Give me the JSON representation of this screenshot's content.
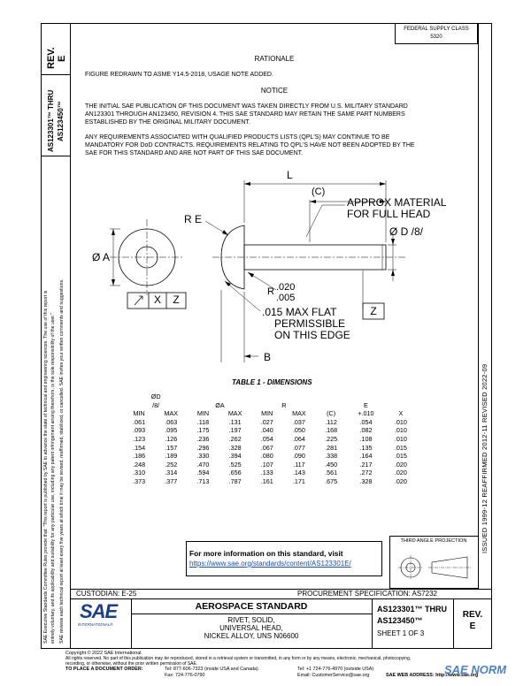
{
  "header": {
    "federal_note_line1": "FEDERAL SUPPLY CLASS",
    "federal_note_line2": "5320"
  },
  "left_strip": {
    "rev_label": "REV.",
    "rev_value": "E",
    "doc_range_line1": "AS123301™ THRU",
    "doc_range_line2": "AS123450™",
    "disclaimer_1": "SAE Executive Standards Committee Rules provide that: \"This report is published by SAE to advance the state of technical and engineering sciences. The use of this report is",
    "disclaimer_2": "entirely voluntary, and its applicability and suitability for any particular use, including any patent infringement arising therefrom, is the sole responsibility of the user.\"",
    "disclaimer_3": "SAE reviews each technical report at least every five years at which time it may be revised, reaffirmed, stabilized, or cancelled. SAE invites your written comments and suggestions."
  },
  "right_strip": {
    "history": "ISSUED 1999-12    REAFFIRMED 2012-11    REVISED 2022-09"
  },
  "rationale": {
    "title": "RATIONALE",
    "text": "FIGURE REDRAWN TO ASME Y14.5-2018, USAGE NOTE ADDED."
  },
  "notice": {
    "title": "NOTICE",
    "para1_line1": "THE INITIAL SAE PUBLICATION OF THIS DOCUMENT WAS TAKEN DIRECTLY FROM U.S. MILITARY STANDARD",
    "para1_line2": "AN123301 THROUGH AN123450, REVISION 4. THIS SAE STANDARD MAY RETAIN THE SAME PART NUMBERS",
    "para1_line3": "ESTABLISHED BY THE ORIGINAL MILITARY DOCUMENT.",
    "para2_line1": "ANY REQUIREMENTS ASSOCIATED WITH QUALIFIED PRODUCTS LISTS (QPL'S) MAY CONTINUE TO BE",
    "para2_line2": "MANDATORY FOR DoD CONTRACTS. REQUIREMENTS RELATING TO QPL'S HAVE NOT BEEN ADOPTED BY THE",
    "para2_line3": "SAE FOR THIS STANDARD AND ARE NOT PART OF THIS SAE DOCUMENT."
  },
  "drawing": {
    "label_l": "L",
    "label_c": "(C)",
    "approx_line1": "APPROX MATERIAL",
    "approx_line2": "FOR FULL HEAD",
    "label_d": "Ø D /8/",
    "label_re": "R E",
    "label_a": "Ø A",
    "fcf_x": "X",
    "fcf_z": "Z",
    "radius_top": ".020",
    "radius_bottom": ".005",
    "flat_line1": ".015 MAX FLAT",
    "flat_line2": "PERMISSIBLE",
    "flat_line3": "ON THIS EDGE",
    "datum_z": "Z",
    "label_b": "B"
  },
  "table": {
    "title": "TABLE 1 - DIMENSIONS",
    "header_d_line1": "ØD",
    "header_d_line2": "/8/",
    "header_a": "ØA",
    "header_r": "R",
    "header_e_line1": "E",
    "header_e_line2": "+.010",
    "header_c": "(C)",
    "header_x": "X",
    "sub_min": "MIN",
    "sub_max": "MAX",
    "rows": [
      [
        ".061",
        ".063",
        ".118",
        ".131",
        ".027",
        ".037",
        ".112",
        ".054",
        ".010"
      ],
      [
        ".093",
        ".095",
        ".175",
        ".197",
        ".040",
        ".050",
        ".168",
        ".082",
        ".010"
      ],
      [
        ".123",
        ".126",
        ".236",
        ".262",
        ".054",
        ".064",
        ".225",
        ".108",
        ".010"
      ],
      [
        ".154",
        ".157",
        ".296",
        ".328",
        ".067",
        ".077",
        ".281",
        ".135",
        ".015"
      ],
      [
        ".186",
        ".189",
        ".330",
        ".394",
        ".080",
        ".090",
        ".338",
        ".164",
        ".015"
      ],
      [
        ".248",
        ".252",
        ".470",
        ".525",
        ".107",
        ".117",
        ".450",
        ".217",
        ".020"
      ],
      [
        ".310",
        ".314",
        ".594",
        ".656",
        ".133",
        ".143",
        ".561",
        ".272",
        ".020"
      ],
      [
        ".373",
        ".377",
        ".713",
        ".787",
        ".161",
        ".171",
        ".675",
        ".328",
        ".020"
      ]
    ]
  },
  "info_box": {
    "line1": "For more information on this standard, visit",
    "url": "https://www.sae.org/standards/content/AS123301E/"
  },
  "projection": {
    "label": "THIRD ANGLE PROJECTION"
  },
  "title_block": {
    "custodian": "CUSTODIAN: E-25",
    "procurement": "PROCUREMENT SPECIFICATION: AS7232",
    "sae_logo_text": "SAE",
    "sae_logo_sub": "INTERNATIONAL®",
    "standard_title": "AEROSPACE STANDARD",
    "desc_line1": "RIVET, SOLID,",
    "desc_line2": "UNIVERSAL HEAD,",
    "desc_line3": "NICKEL ALLOY, UNS N06600",
    "doc_line1": "AS123301™ THRU",
    "doc_line2": "AS123450™",
    "sheet": "SHEET 1 OF 3",
    "rev_label": "REV.",
    "rev_value": "E"
  },
  "footer": {
    "copyright": "Copyright © 2022 SAE International",
    "rights": "All rights reserved. No part of this publication may be reproduced, stored in a retrieval system or transmitted, in any form or by any means, electronic, mechanical, photocopying,",
    "rights2": "recording, or otherwise, without the prior written permission of SAE.",
    "order_label": "TO PLACE A DOCUMENT ORDER:",
    "tel1": "Tel: 877-606-7323 (inside USA and Canada)",
    "tel2": "Tel: +1 724-776-4970 (outside USA)",
    "fax": "Fax: 724-776-0790",
    "email": "Email: CustomerService@sae.org",
    "web": "SAE WEB ADDRESS: http://www.sae.org",
    "watermark": "SAE NORM"
  }
}
